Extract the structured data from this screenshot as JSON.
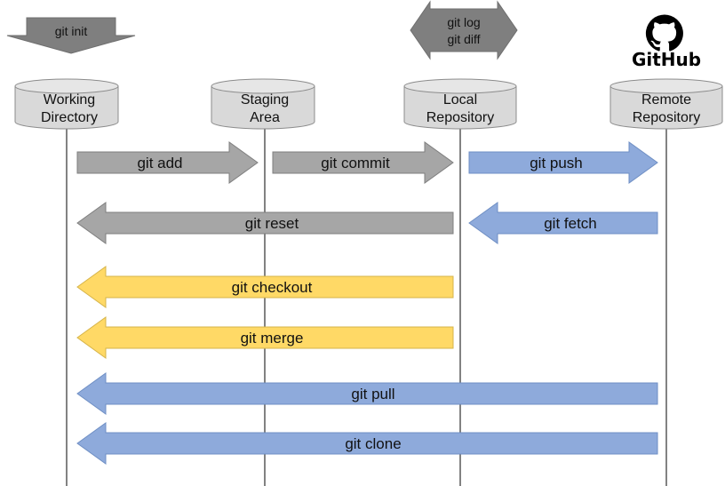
{
  "top_arrows": {
    "init": "git init",
    "log": "git log",
    "diff": "git diff"
  },
  "logo": {
    "text": "GitHub",
    "icon": "github-octocat-icon"
  },
  "locations": [
    {
      "id": "working",
      "line1": "Working",
      "line2": "Directory"
    },
    {
      "id": "staging",
      "line1": "Staging",
      "line2": "Area"
    },
    {
      "id": "local",
      "line1": "Local",
      "line2": "Repository"
    },
    {
      "id": "remote",
      "line1": "Remote",
      "line2": "Repository"
    }
  ],
  "commands": [
    {
      "id": "add",
      "label": "git add",
      "from": "working",
      "to": "staging",
      "color": "gray"
    },
    {
      "id": "commit",
      "label": "git commit",
      "from": "staging",
      "to": "local",
      "color": "gray"
    },
    {
      "id": "push",
      "label": "git push",
      "from": "local",
      "to": "remote",
      "color": "blue"
    },
    {
      "id": "reset",
      "label": "git reset",
      "from": "local",
      "to": "working",
      "color": "gray"
    },
    {
      "id": "fetch",
      "label": "git fetch",
      "from": "remote",
      "to": "local",
      "color": "blue"
    },
    {
      "id": "checkout",
      "label": "git checkout",
      "from": "local",
      "to": "working",
      "color": "yellow"
    },
    {
      "id": "merge",
      "label": "git merge",
      "from": "local",
      "to": "working",
      "color": "yellow"
    },
    {
      "id": "pull",
      "label": "git pull",
      "from": "remote",
      "to": "working",
      "color": "blue"
    },
    {
      "id": "clone",
      "label": "git clone",
      "from": "remote",
      "to": "working",
      "color": "blue"
    }
  ],
  "colors": {
    "gray": "#a6a6a6",
    "blue": "#8eaadb",
    "yellow": "#ffd966",
    "dark_gray": "#7f7f7f",
    "cylinder": "#d9d9d9",
    "line": "#595959"
  }
}
